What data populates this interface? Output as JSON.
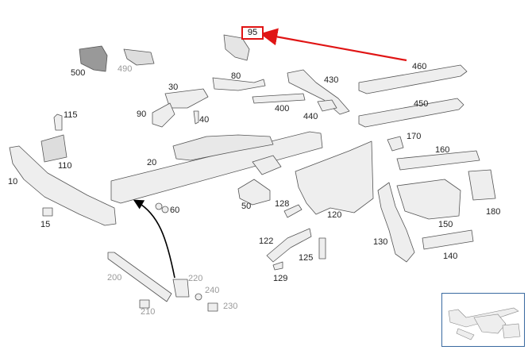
{
  "highlight": {
    "label": "95",
    "color": "#e01414"
  },
  "labels": {
    "p500": "500",
    "p490": "490",
    "p95": "95",
    "p460": "460",
    "p80": "80",
    "p30": "30",
    "p430": "430",
    "p90": "90",
    "p40": "40",
    "p400": "400",
    "p440": "440",
    "p450": "450",
    "p115": "115",
    "p110": "110",
    "p170": "170",
    "p160": "160",
    "p20": "20",
    "p10": "10",
    "p15": "15",
    "p60": "60",
    "p50": "50",
    "p128": "128",
    "p120": "120",
    "p180": "180",
    "p150": "150",
    "p130": "130",
    "p140": "140",
    "p122": "122",
    "p125": "125",
    "p129": "129",
    "p200": "200",
    "p220": "220",
    "p240": "240",
    "p210": "210",
    "p230": "230"
  },
  "colors": {
    "outline": "#555555",
    "fill": "#eeeeee",
    "arrow_red": "#e01414",
    "arrow_black": "#000000",
    "thumb_border": "#3a6aa0",
    "grey_label": "#9a9a9a"
  }
}
